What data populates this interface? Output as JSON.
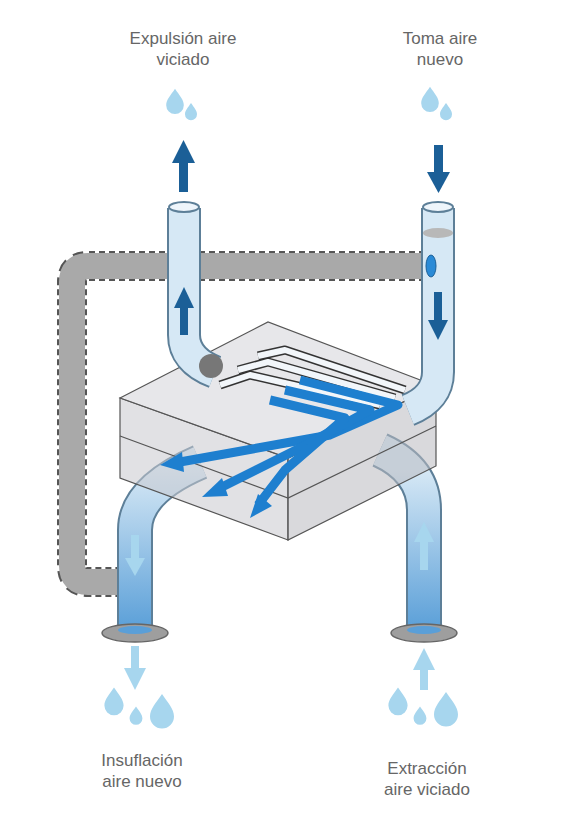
{
  "diagram": {
    "labels": [
      "Expulsión aire viciado",
      "Toma aire nuevo",
      "Insuflación aire nuevo",
      "Extracción aire viciado"
    ]
  }
}
